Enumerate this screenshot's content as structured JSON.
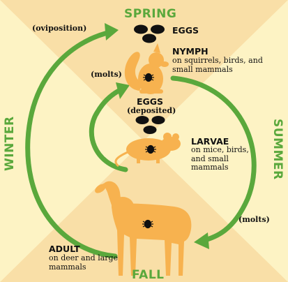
{
  "seasons": {
    "spring": "SPRING",
    "summer": "SUMMER",
    "fall": "FALL",
    "winter": "WINTER"
  },
  "stages": {
    "eggs_top": {
      "name": "EGGS"
    },
    "nymph": {
      "name": "NYMPH",
      "desc": "on squirrels, birds, and small mammals"
    },
    "eggs_mid": {
      "name": "EGGS",
      "note": "(deposited)"
    },
    "larvae": {
      "name": "LARVAE",
      "desc": "on mice, birds, and small mammals"
    },
    "adult": {
      "name": "ADULT",
      "desc": "on deer and large mammals"
    }
  },
  "annotations": {
    "oviposition": "(oviposition)",
    "molts_left": "(molts)",
    "molts_right": "(molts)"
  },
  "colors": {
    "background_light": "#fdf3c4",
    "background_dark": "#f9dfa7",
    "arrow_green": "#5aa83c",
    "animal_orange": "#f7b24f",
    "tick_black": "#111111"
  },
  "icons": [
    "egg-icon",
    "squirrel-icon",
    "mouse-icon",
    "deer-icon",
    "tick-icon"
  ]
}
